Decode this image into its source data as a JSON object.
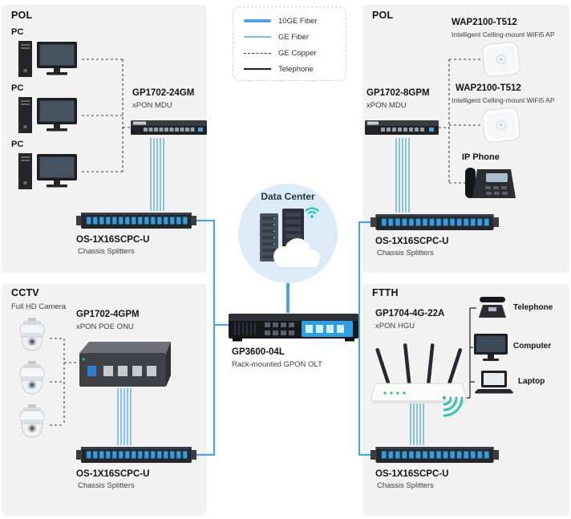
{
  "colors": {
    "fiber_blue": "#4da3dd",
    "panel_bg": "#f2f2f3",
    "teal": "#2ec9ba",
    "olt_accent": "#2f9fe0"
  },
  "legend": {
    "items": [
      {
        "label": "10GE Fiber"
      },
      {
        "label": "GE Fiber"
      },
      {
        "label": "GE Copper"
      },
      {
        "label": "Telephone"
      }
    ]
  },
  "center": {
    "data_center_label": "Data Center",
    "olt_name": "GP3600-04L",
    "olt_desc": "Rack-mounted GPON OLT"
  },
  "pol_left": {
    "title": "POL",
    "pc1": "PC",
    "pc2": "PC",
    "pc3": "PC",
    "mdu_name": "GP1702-24GM",
    "mdu_desc": "xPON MDU",
    "splitter_name": "OS-1X16SCPC-U",
    "splitter_desc": "Chassis Splitters"
  },
  "pol_right": {
    "title": "POL",
    "wap1_name": "WAP2100-T512",
    "wap1_desc": "Intelligent Celling-mount WiFi5 AP",
    "wap2_name": "WAP2100-T512",
    "wap2_desc": "Intelligent Celling-mount WiFi5 AP",
    "mdu_name": "GP1702-8GPM",
    "mdu_desc": "xPON MDU",
    "ip_phone": "IP Phone",
    "splitter_name": "OS-1X16SCPC-U",
    "splitter_desc": "Chassis Splitters"
  },
  "cctv": {
    "title": "CCTV",
    "subtitle": "Full HD Camera",
    "onu_name": "GP1702-4GPM",
    "onu_desc": "xPON POE ONU",
    "splitter_name": "OS-1X16SCPC-U",
    "splitter_desc": "Chassis Splitters"
  },
  "ftth": {
    "title": "FTTH",
    "hgu_name": "GP1704-4G-22A",
    "hgu_desc": "xPON HGU",
    "endpoint1": "Telephone",
    "endpoint2": "Computer",
    "endpoint3": "Laptop",
    "splitter_name": "OS-1X16SCPC-U",
    "splitter_desc": "Chassis Splitters"
  }
}
